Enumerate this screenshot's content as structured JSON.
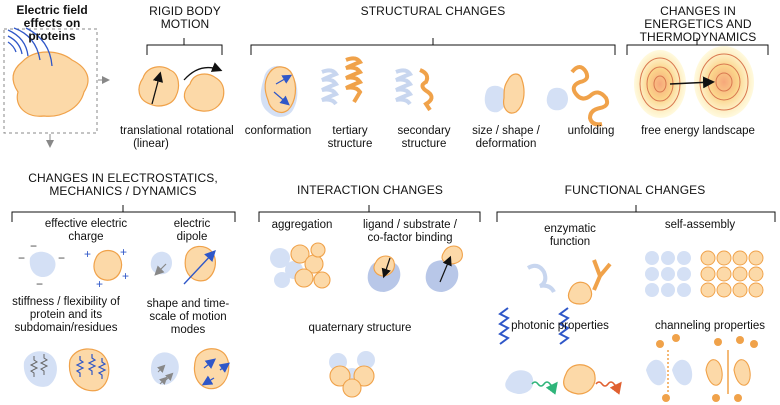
{
  "intro": {
    "title": "Electric field effects on proteins"
  },
  "sections": {
    "rigid": {
      "header": "RIGID BODY MOTION",
      "translational": "translational (linear)",
      "rotational": "rotational"
    },
    "structural": {
      "header": "STRUCTURAL CHANGES",
      "conformation": "conformation",
      "tertiary": "tertiary structure",
      "secondary": "secondary structure",
      "size": "size / shape / deformation",
      "unfolding": "unfolding"
    },
    "energetics": {
      "header": "CHANGES IN ENERGETICS AND THERMODYNAMICS",
      "landscape": "free energy landscape"
    },
    "electrostatics": {
      "header": "CHANGES IN ELECTROSTATICS, MECHANICS / DYNAMICS",
      "charge": "effective electric charge",
      "dipole": "electric dipole",
      "stiffness": "stiffness / flexibility of protein and its subdomain/residues",
      "motion": "shape and time-scale of motion modes"
    },
    "interaction": {
      "header": "INTERACTION CHANGES",
      "aggregation": "aggregation",
      "ligand": "ligand / substrate / co-factor binding",
      "quaternary": "quaternary structure"
    },
    "functional": {
      "header": "FUNCTIONAL CHANGES",
      "enzymatic": "enzymatic function",
      "selfassembly": "self-assembly",
      "photonic": "photonic properties",
      "channeling": "channeling properties"
    }
  },
  "colors": {
    "orange_fill": "#fcd9a8",
    "orange_stroke": "#f0a24a",
    "blue_fill": "#d4e0f5",
    "blue_line": "#2f57c8",
    "green": "#2fb57a",
    "red": "#e06030"
  }
}
